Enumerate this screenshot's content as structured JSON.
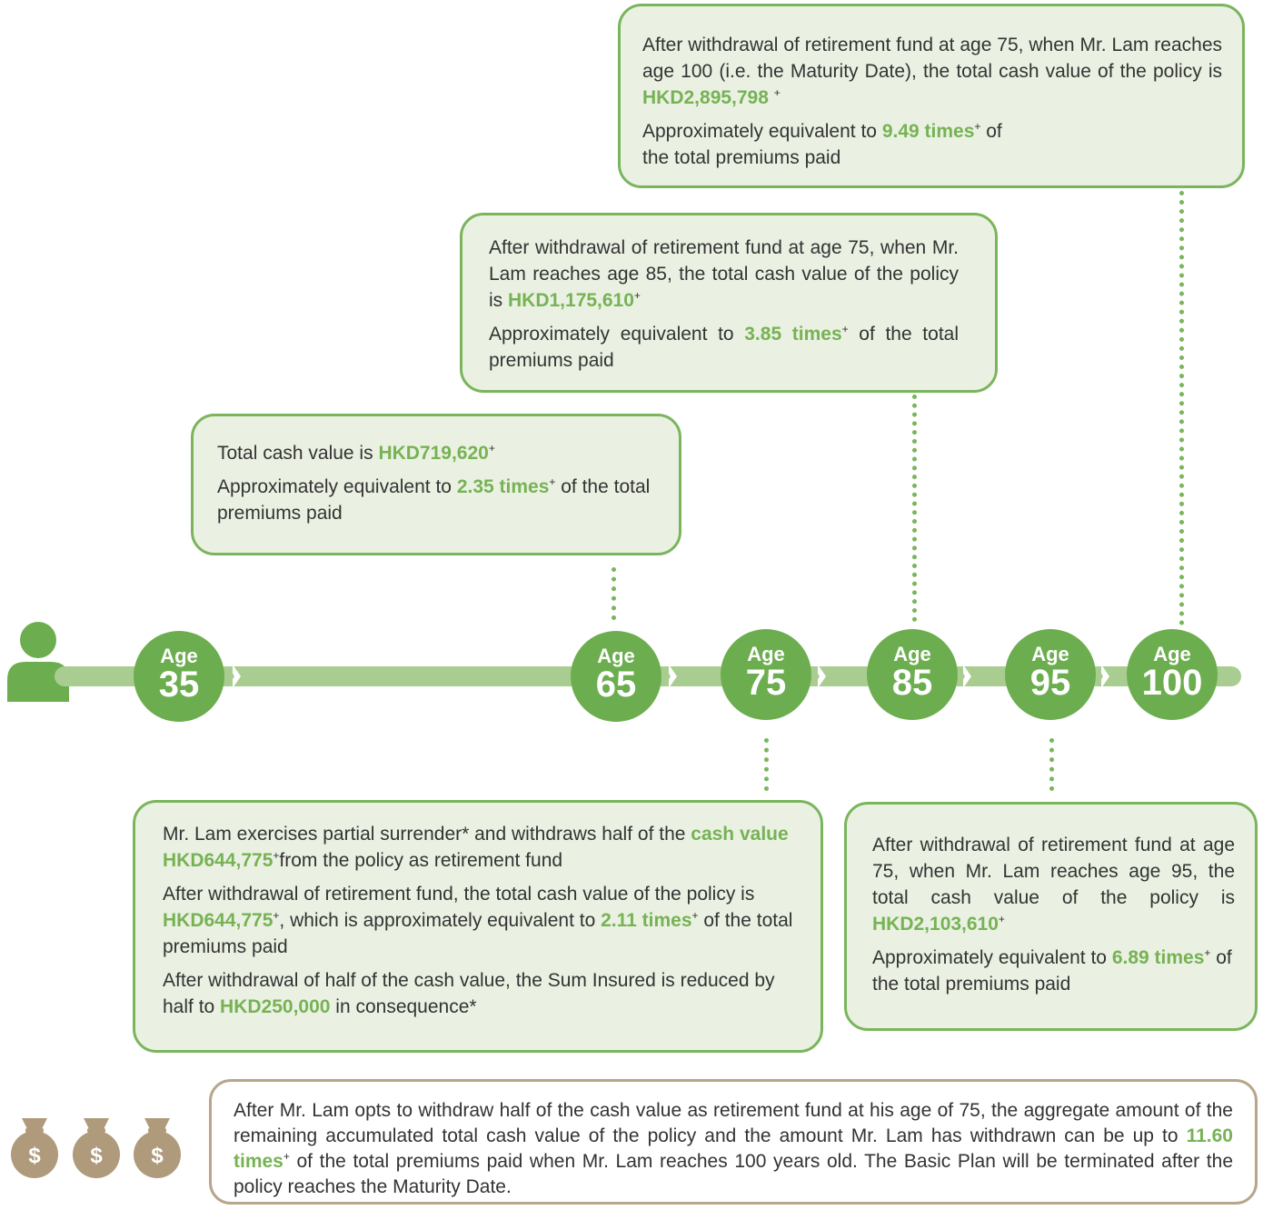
{
  "box_age100": {
    "p1_text": "After withdrawal of retirement fund at age 75, when Mr. Lam reaches age 100 (i.e. the Maturity Date), the total cash value of the policy is ",
    "p1_value": "HKD2,895,798",
    "p1_mark": "+",
    "p2_text": "Approximately equivalent to ",
    "p2_value": "9.49 times",
    "p2_mark": "+",
    "p2_end": " of",
    "p2_end2": "the total premiums paid"
  },
  "box_age85": {
    "p1_text": "After withdrawal of retirement fund at age 75, when Mr. Lam reaches age 85, the total cash value of the policy is ",
    "p1_value": "HKD1,175,610",
    "p1_mark": "+",
    "p2_text": "Approximately equivalent to ",
    "p2_value": "3.85 times",
    "p2_mark": "+",
    "p2_end": " of the total premiums paid"
  },
  "box_age65": {
    "p1_text": "Total cash value is ",
    "p1_value": "HKD719,620",
    "p1_mark": "+",
    "p2_text": "Approximately equivalent to ",
    "p2_value": "2.35 times",
    "p2_mark": "+",
    "p2_end": " of the total premiums paid"
  },
  "box_age75": {
    "p1_text": "Mr. Lam exercises partial surrender* and withdraws half of the ",
    "p1_value": "cash value HKD644,775",
    "p1_mark": "+",
    "p1_end": "from the policy as retirement fund",
    "p2_text": "After withdrawal of retirement fund, the total cash value of the policy is ",
    "p2_value": "HKD644,775",
    "p2_mark": "+",
    "p2_mid": ", which is approximately equivalent to ",
    "p2_value2": "2.11 times",
    "p2_mark2": "+",
    "p2_end": " of the total premiums paid",
    "p3_text": "After withdrawal of half of the cash value, the Sum Insured is reduced by half to ",
    "p3_value": "HKD250,000",
    "p3_end": " in consequence*"
  },
  "box_age95": {
    "p1_text": "After withdrawal of retirement fund at age 75, when Mr. Lam reaches age 95, the total cash value of the policy is ",
    "p1_value": "HKD2,103,610",
    "p1_mark": "+",
    "p2_text": "Approximately equivalent to ",
    "p2_value": "6.89 times",
    "p2_mark": "+",
    "p2_end": " of the total premiums paid"
  },
  "ages": [
    {
      "label": "Age",
      "num": "35"
    },
    {
      "label": "Age",
      "num": "65"
    },
    {
      "label": "Age",
      "num": "75"
    },
    {
      "label": "Age",
      "num": "85"
    },
    {
      "label": "Age",
      "num": "95"
    },
    {
      "label": "Age",
      "num": "100"
    }
  ],
  "summary": {
    "text1": "After Mr. Lam opts to withdraw half of the cash value as retirement fund at his age of 75, the aggregate amount of the remaining accumulated total cash value of the policy and the amount Mr. Lam has withdrawn can be up to ",
    "value": "11.60 times",
    "mark": "+",
    "text2": " of the total premiums paid when Mr. Lam reaches 100 years old. The Basic Plan will be terminated after the policy reaches the Maturity Date."
  },
  "icons": {
    "person": "person-icon",
    "bag": "money-bag-icon",
    "bag_symbol": "$"
  },
  "colors": {
    "green": "#77b255",
    "circle": "#6cae4f",
    "box_bg": "#eaf1e2",
    "timeline": "#a9cd90",
    "brown": "#b8a58a"
  }
}
